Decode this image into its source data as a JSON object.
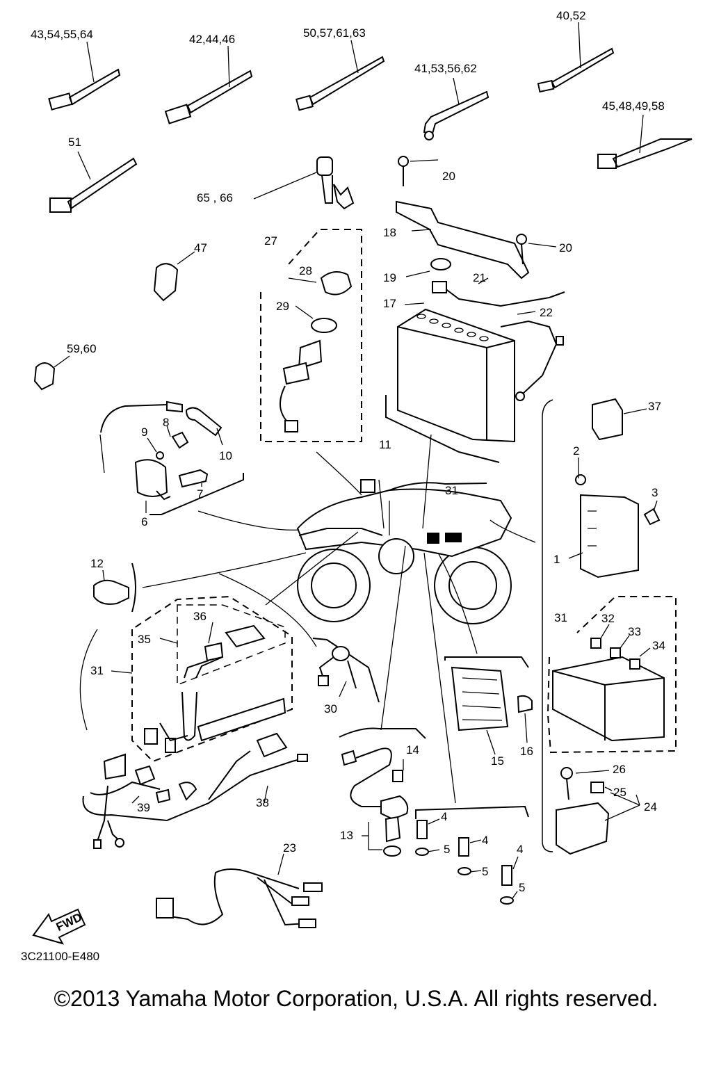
{
  "diagram": {
    "figure_code": "3C21100-E480",
    "copyright": "©2013 Yamaha Motor Corporation, U.S.A. All rights reserved.",
    "fwd_label": "FWD",
    "callouts": [
      {
        "id": "c1",
        "text": "43,54,55,64"
      },
      {
        "id": "c2",
        "text": "42,44,46"
      },
      {
        "id": "c3",
        "text": "50,57,61,63"
      },
      {
        "id": "c4",
        "text": "40,52"
      },
      {
        "id": "c5",
        "text": "41,53,56,62"
      },
      {
        "id": "c6",
        "text": "45,48,49,58"
      },
      {
        "id": "c7",
        "text": "51"
      },
      {
        "id": "c8",
        "text": "65 , 66"
      },
      {
        "id": "c9",
        "text": "20"
      },
      {
        "id": "c10",
        "text": "18"
      },
      {
        "id": "c11",
        "text": "20"
      },
      {
        "id": "c12",
        "text": "19"
      },
      {
        "id": "c13",
        "text": "21"
      },
      {
        "id": "c14",
        "text": "17"
      },
      {
        "id": "c15",
        "text": "22"
      },
      {
        "id": "c16",
        "text": "27"
      },
      {
        "id": "c17",
        "text": "28"
      },
      {
        "id": "c18",
        "text": "29"
      },
      {
        "id": "c19",
        "text": "47"
      },
      {
        "id": "c20",
        "text": "59,60"
      },
      {
        "id": "c21",
        "text": "8"
      },
      {
        "id": "c22",
        "text": "9"
      },
      {
        "id": "c23",
        "text": "10"
      },
      {
        "id": "c24",
        "text": "7"
      },
      {
        "id": "c25",
        "text": "6"
      },
      {
        "id": "c26",
        "text": "11"
      },
      {
        "id": "c27",
        "text": "31"
      },
      {
        "id": "c28",
        "text": "37"
      },
      {
        "id": "c29",
        "text": "2"
      },
      {
        "id": "c30",
        "text": "3"
      },
      {
        "id": "c31",
        "text": "1"
      },
      {
        "id": "c32",
        "text": "12"
      },
      {
        "id": "c33",
        "text": "36"
      },
      {
        "id": "c34",
        "text": "35"
      },
      {
        "id": "c35",
        "text": "31"
      },
      {
        "id": "c36",
        "text": "30"
      },
      {
        "id": "c37",
        "text": "31"
      },
      {
        "id": "c38",
        "text": "32"
      },
      {
        "id": "c39",
        "text": "33"
      },
      {
        "id": "c40",
        "text": "34"
      },
      {
        "id": "c41",
        "text": "15"
      },
      {
        "id": "c42",
        "text": "16"
      },
      {
        "id": "c43",
        "text": "14"
      },
      {
        "id": "c44",
        "text": "13"
      },
      {
        "id": "c45",
        "text": "38"
      },
      {
        "id": "c46",
        "text": "39"
      },
      {
        "id": "c47",
        "text": "4"
      },
      {
        "id": "c48",
        "text": "5"
      },
      {
        "id": "c49",
        "text": "4"
      },
      {
        "id": "c50",
        "text": "5"
      },
      {
        "id": "c51",
        "text": "4"
      },
      {
        "id": "c52",
        "text": "5"
      },
      {
        "id": "c53",
        "text": "26"
      },
      {
        "id": "c54",
        "text": "25"
      },
      {
        "id": "c55",
        "text": "24"
      },
      {
        "id": "c56",
        "text": "23"
      }
    ]
  }
}
